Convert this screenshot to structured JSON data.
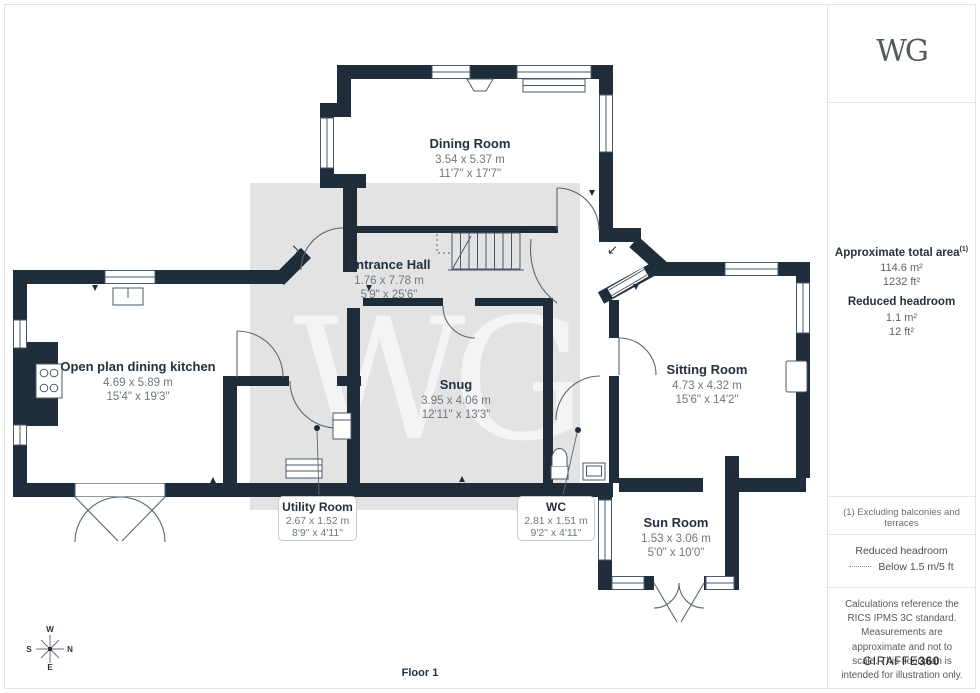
{
  "branding": {
    "logo": "WG",
    "watermark": "WG",
    "footer_brand": "GIRAFFE",
    "footer_brand_suffix": "360"
  },
  "floor": {
    "label": "Floor 1"
  },
  "compass": {
    "top": "W",
    "left": "S",
    "right": "N",
    "bottom": "E"
  },
  "icons": {
    "entry_arrow_left": "↘",
    "entry_arrow_right": "↙"
  },
  "rooms": [
    {
      "id": "dining-room",
      "name": "Dining Room",
      "metric": "3.54 x 5.37 m",
      "imperial": "11'7\" x 17'7\""
    },
    {
      "id": "entrance-hall",
      "name": "Entrance Hall",
      "metric": "1.76 x 7.78 m",
      "imperial": "5'9\" x 25'6\""
    },
    {
      "id": "kitchen",
      "name": "Open plan dining kitchen",
      "metric": "4.69 x 5.89 m",
      "imperial": "15'4\" x 19'3\""
    },
    {
      "id": "snug",
      "name": "Snug",
      "metric": "3.95 x 4.06 m",
      "imperial": "12'11\" x 13'3\""
    },
    {
      "id": "sitting-room",
      "name": "Sitting Room",
      "metric": "4.73 x 4.32 m",
      "imperial": "15'6\" x 14'2\""
    },
    {
      "id": "utility-room",
      "name": "Utility Room",
      "metric": "2.67 x 1.52 m",
      "imperial": "8'9\" x 4'11\""
    },
    {
      "id": "wc",
      "name": "WC",
      "metric": "2.81 x 1.51 m",
      "imperial": "9'2\" x 4'11\""
    },
    {
      "id": "sun-room",
      "name": "Sun Room",
      "metric": "1.53 x 3.06 m",
      "imperial": "5'0\" x 10'0\""
    }
  ],
  "sidebar": {
    "total_area": {
      "label": "Approximate total area",
      "footnote_marker": "(1)",
      "metric": "114.6 m²",
      "imperial": "1232 ft²"
    },
    "reduced_headroom": {
      "label": "Reduced headroom",
      "metric": "1.1 m²",
      "imperial": "12 ft²"
    },
    "footnote": "(1) Excluding balconies and terraces",
    "legend": {
      "title": "Reduced headroom",
      "entry": "Below 1.5 m/5 ft"
    },
    "disclaimer": "Calculations reference the RICS IPMS 3C standard. Measurements are approximate and not to scale. This floor plan is intended for illustration only."
  },
  "colors": {
    "wall": "#1f2d3b",
    "room_name_text": "#243140",
    "dimension_text": "#6f7780",
    "watermark_panel": "#e3e3e4",
    "line": "#49586a"
  }
}
